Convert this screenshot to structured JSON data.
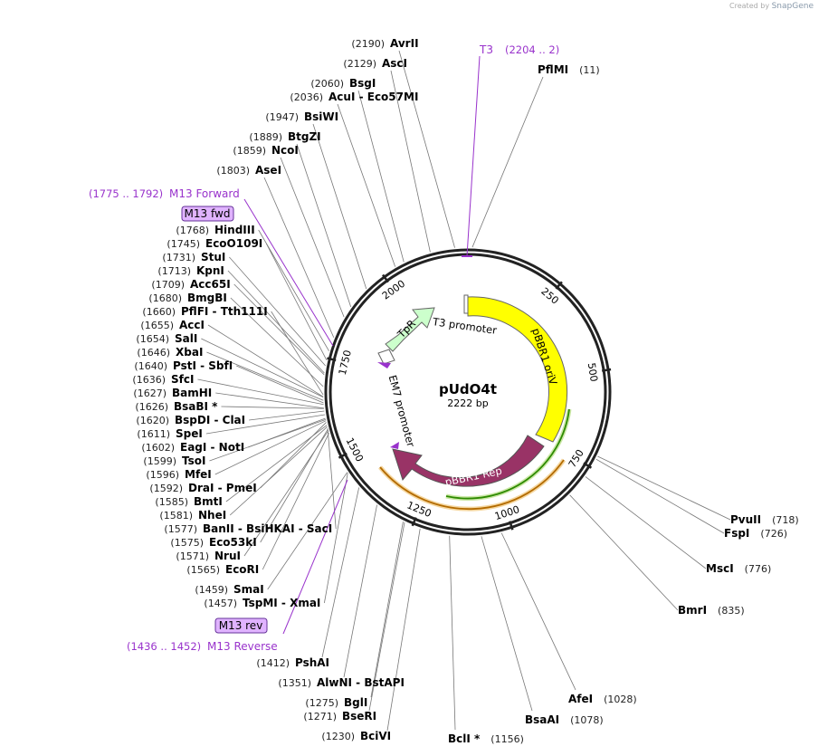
{
  "credit": {
    "prefix": "Created by",
    "brand": "SnapGene"
  },
  "plasmid": {
    "name": "pUdO4t",
    "size_label": "2222 bp"
  },
  "ticks": [
    "250",
    "500",
    "750",
    "1000",
    "1250",
    "1500",
    "1750",
    "2000"
  ],
  "features": [
    {
      "name": "pBBR1 oriV",
      "color": "#ffff00"
    },
    {
      "name": "pBBR1 Rep",
      "color": "#993366"
    },
    {
      "name": "TpR",
      "color": "#ccffcc"
    },
    {
      "name": "T3 promoter",
      "color": "#ffffff"
    },
    {
      "name": "EM7 promoter",
      "color": "#ffffff"
    }
  ],
  "primers": [
    {
      "name": "T3",
      "range": "(2204 .. 2)"
    },
    {
      "name": "M13 Forward",
      "range": "(1775 .. 1792)",
      "box": "M13 fwd"
    },
    {
      "name": "M13 Reverse",
      "range": "(1436 .. 1452)",
      "box": "M13 rev"
    }
  ],
  "sites_left": [
    {
      "pos": "(2190)",
      "name": "AvrII"
    },
    {
      "pos": "(2129)",
      "name": "AscI"
    },
    {
      "pos": "(2060)",
      "name": "BsgI"
    },
    {
      "pos": "(2036)",
      "name": "AcuI  - Eco57MI"
    },
    {
      "pos": "(1947)",
      "name": "BsiWI"
    },
    {
      "pos": "(1889)",
      "name": "BtgZI"
    },
    {
      "pos": "(1859)",
      "name": "NcoI"
    },
    {
      "pos": "(1803)",
      "name": "AseI"
    },
    {
      "pos": "(1768)",
      "name": "HindIII"
    },
    {
      "pos": "(1745)",
      "name": "EcoO109I"
    },
    {
      "pos": "(1731)",
      "name": "StuI"
    },
    {
      "pos": "(1713)",
      "name": "KpnI"
    },
    {
      "pos": "(1709)",
      "name": "Acc65I"
    },
    {
      "pos": "(1680)",
      "name": "BmgBI"
    },
    {
      "pos": "(1660)",
      "name": "PflFI  - Tth111I"
    },
    {
      "pos": "(1655)",
      "name": "AccI"
    },
    {
      "pos": "(1654)",
      "name": "SalI"
    },
    {
      "pos": "(1646)",
      "name": "XbaI"
    },
    {
      "pos": "(1640)",
      "name": "PstI  - SbfI"
    },
    {
      "pos": "(1636)",
      "name": "SfcI"
    },
    {
      "pos": "(1627)",
      "name": "BamHI"
    },
    {
      "pos": "(1626)",
      "name": "BsaBI *"
    },
    {
      "pos": "(1620)",
      "name": "BspDI  - ClaI"
    },
    {
      "pos": "(1611)",
      "name": "SpeI"
    },
    {
      "pos": "(1602)",
      "name": "EagI  - NotI"
    },
    {
      "pos": "(1599)",
      "name": "TsoI"
    },
    {
      "pos": "(1596)",
      "name": "MfeI"
    },
    {
      "pos": "(1592)",
      "name": "DraI  - PmeI"
    },
    {
      "pos": "(1585)",
      "name": "BmtI"
    },
    {
      "pos": "(1581)",
      "name": "NheI"
    },
    {
      "pos": "(1577)",
      "name": "BanII  - BsiHKAI  - SacI"
    },
    {
      "pos": "(1575)",
      "name": "Eco53kI"
    },
    {
      "pos": "(1571)",
      "name": "NruI"
    },
    {
      "pos": "(1565)",
      "name": "EcoRI"
    },
    {
      "pos": "(1459)",
      "name": "SmaI"
    },
    {
      "pos": "(1457)",
      "name": "TspMI  - XmaI"
    },
    {
      "pos": "(1412)",
      "name": "PshAI"
    },
    {
      "pos": "(1351)",
      "name": "AlwNI  - BstAPI"
    },
    {
      "pos": "(1275)",
      "name": "BglI"
    },
    {
      "pos": "(1271)",
      "name": "BseRI"
    },
    {
      "pos": "(1230)",
      "name": "BciVI"
    }
  ],
  "sites_right": [
    {
      "name": "PflMI",
      "pos": "(11)"
    },
    {
      "name": "PvuII",
      "pos": "(718)"
    },
    {
      "name": "FspI",
      "pos": "(726)"
    },
    {
      "name": "MscI",
      "pos": "(776)"
    },
    {
      "name": "BmrI",
      "pos": "(835)"
    },
    {
      "name": "AfeI",
      "pos": "(1028)"
    },
    {
      "name": "BsaAI",
      "pos": "(1078)"
    },
    {
      "name": "BclI *",
      "pos": "(1156)"
    }
  ]
}
